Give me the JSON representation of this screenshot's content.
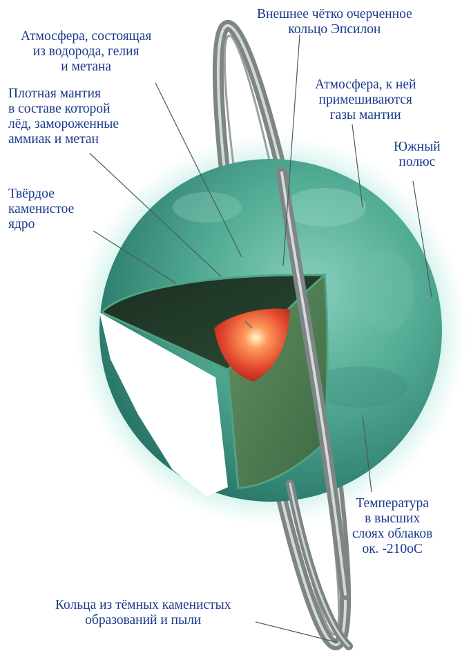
{
  "colors": {
    "label_text": "#1b3a8c",
    "planet": "#3e9e8a",
    "mantle_top": "#1f3b2a",
    "mantle_cut": "#4f7a4e",
    "core": "#e2482e",
    "ring": "#8c9292",
    "pointer_line": "#4a5a5a"
  },
  "labels": {
    "atmosphere_main": "Атмосфера, состоящая\nиз водорода, гелия\nи метана",
    "epsilon_ring": "Внешнее чётко очерченное\nкольцо Эпсилон",
    "mantle": "Плотная мантия\nв составе которой\nлёд, замороженные\nаммиак и метан",
    "atmosphere_mixed": "Атмосфера, к ней\nпримешиваются\nгазы мантии",
    "south_pole": "Южный\nполюс",
    "core": "Твёрдое\nкаменистое\nядро",
    "temperature": "Температура\nв высших\nслоях облаков\nок. -210оС",
    "dark_rings": "Кольца из тёмных каменистых\nобразований и пыли"
  }
}
